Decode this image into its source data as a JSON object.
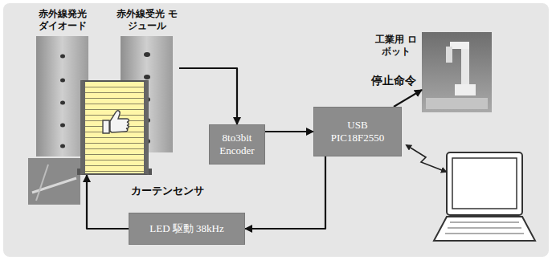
{
  "diagram": {
    "nodes": [
      {
        "text": [
          "赤外線発光 ダイオード"
        ]
      },
      {
        "text": [
          "赤外線受光 モジュール"
        ]
      },
      {
        "text": [
          "カーテンセンサ"
        ]
      },
      {
        "text": [
          "8to3bit Encoder"
        ]
      },
      {
        "text": [
          "USB PIC18F2550"
        ]
      },
      {
        "text": [
          "LED 駆動 38kHz"
        ]
      },
      {
        "text": [
          "工業用 ロボット"
        ]
      }
    ],
    "edges": [
      {
        "from": 1,
        "to": 3,
        "arrow": "to"
      },
      {
        "from": 3,
        "to": 4,
        "arrow": "to"
      },
      {
        "from": 4,
        "to": 6,
        "label": "停止命令",
        "arrow": "to"
      },
      {
        "from": 4,
        "to": 5,
        "arrow": "to"
      },
      {
        "from": 5,
        "to": 2,
        "arrow": "to"
      }
    ]
  }
}
